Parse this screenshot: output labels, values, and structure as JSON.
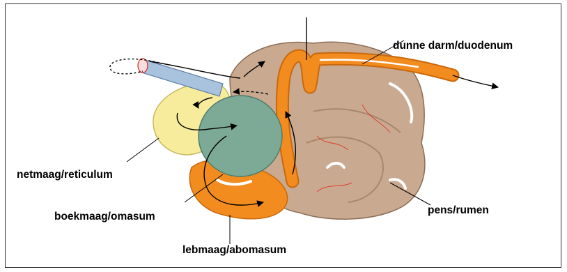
{
  "labels": {
    "duodenum": "dunne darm/duodenum",
    "reticulum": "netmaag/reticulum",
    "omasum": "boekmaag/omasum",
    "rumen": "pens/rumen",
    "abomasum": "lebmaag/abomasum"
  },
  "colors": {
    "rumen": "#c9a98f",
    "reticulum": "#f7ec9c",
    "omasum": "#7daa96",
    "abomasum": "#f28c1e",
    "esophagus": "#a9c3de",
    "vessel": "#e02a1f",
    "outline": "#000000"
  }
}
